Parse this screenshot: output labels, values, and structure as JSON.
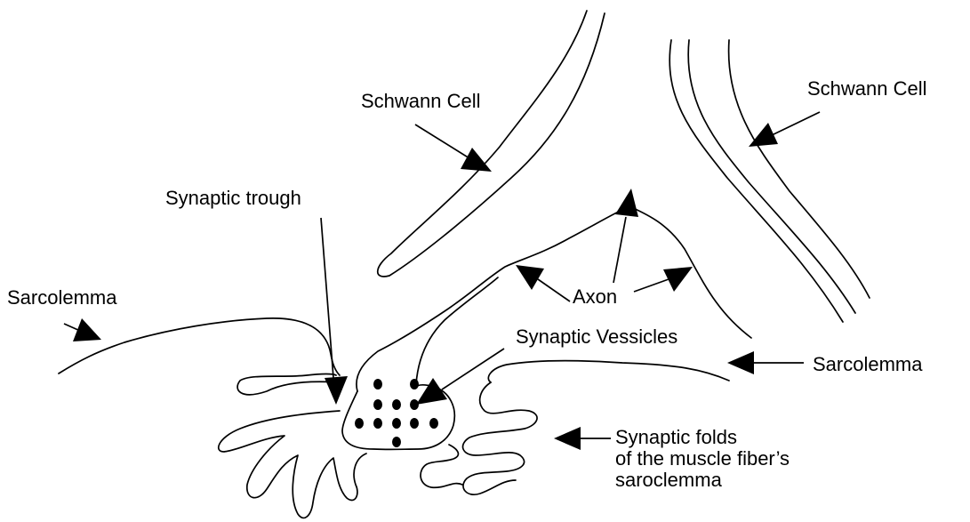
{
  "labels": {
    "schwann_left": "Schwann Cell",
    "schwann_right": "Schwann Cell",
    "synaptic_trough": "Synaptic trough",
    "sarcolemma_left": "Sarcolemma",
    "axon": "Axon",
    "synaptic_vesicles": "Synaptic Vessicles",
    "sarcolemma_right": "Sarcolemma",
    "folds_line1": "Synaptic folds",
    "folds_line2": "of the muscle fiber’s",
    "folds_line3": "saroclemma"
  },
  "colors": {
    "ink": "#000000",
    "background": "#ffffff"
  }
}
